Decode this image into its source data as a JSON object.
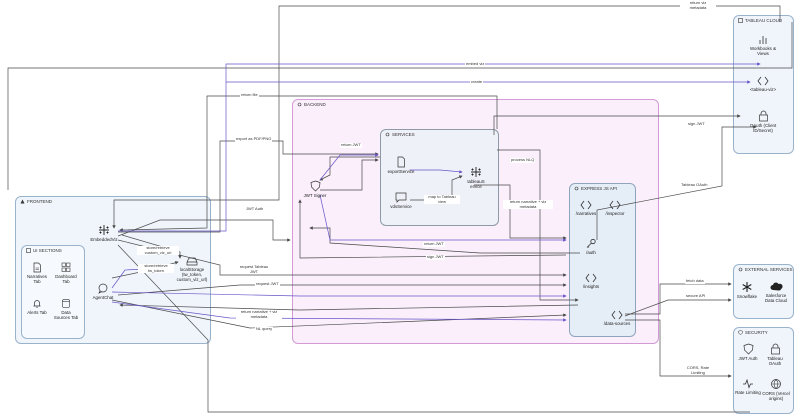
{
  "groups": {
    "frontend": "FRONTEND",
    "ui_sections": "UI SECTIONS",
    "backend": "BACKEND",
    "services": "SERVICES",
    "express_api": "EXPRESS JS API",
    "tableau_cloud": "TABLEAU CLOUD",
    "external_services": "EXTERNAL SERVICES",
    "security": "SECURITY"
  },
  "nodes": {
    "narratives_tab": "Narratives Tab",
    "dashboard_tab": "Dashboard Tab",
    "alerts_tab": "Alerts Tab",
    "data_sources_tab": "Data Sources Tab",
    "embeddedviz": "EmbeddedViz",
    "agentchat": "AgentChat",
    "localstorage": "localStorage (tw_token, custom_viz_url)",
    "jwt_signer": "JWT Signer",
    "exportservice": "exportService",
    "vdsservice": "vdsService",
    "tableauservice": "tableauService",
    "narratives": "/narratives",
    "inspector": "/inspector",
    "auth": "/auth",
    "insights": "/insights",
    "data_sources": "/data-sources",
    "workbooks_views": "Workbooks & Views",
    "tableau_viz": "<tableau-viz>",
    "oauth_client": "OAuth (Client ID/Secret)",
    "snowflake": "Snowflake",
    "salesforce": "Salesforce Data Cloud",
    "jwt_auth": "JWT Auth",
    "tableau_oauth": "Tableau OAuth",
    "rate_limiting": "Rate Limiting",
    "cors": "CORS (Vercel origins)"
  },
  "edge_labels": {
    "return_viz_metadata": "return viz metadata",
    "embed_viz": "embed viz",
    "create": "create",
    "return_file": "return file",
    "export_pdf_png": "export as PDF/PNG",
    "return_jwt_top": "return JWT",
    "sign_jwt": "sign JWT",
    "process_nlq": "process NLQ",
    "map_to_tableau_view": "map to Tableau view",
    "return_narrative_metadata_right": "return narrative + viz metadata",
    "tableau_oauth": "Tableau OAuth",
    "jwt_auth": "JWT Auth",
    "store_retrieve_custom": "store/retrieve custom_viz_url",
    "store_retrieve_token": "store/retrieve tw_token",
    "request_tableau_jwt": "request Tableau JWT",
    "return_jwt_mid": "return JWT",
    "sign_jwt_lower": "sign JWT",
    "request_jwt": "request JWT",
    "return_narrative_metadata_left": "return narrative + viz metadata",
    "nl_query": "NL query",
    "fetch_data": "fetch data",
    "secure_api": "secure API",
    "cors_rate_limiting": "CORS, Rate Limiting"
  },
  "colors": {
    "purple_edge": "#6a55c9",
    "gray_edge": "#4a4a4a",
    "frontend_border": "#9ab3cc",
    "backend_border": "#d49ad6"
  }
}
